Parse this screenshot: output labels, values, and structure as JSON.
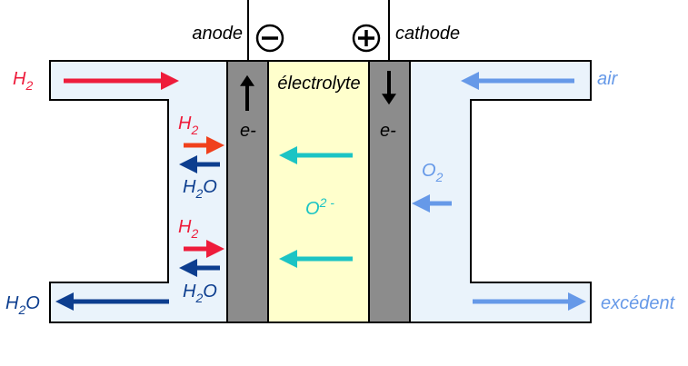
{
  "labels": {
    "anode": "anode",
    "cathode": "cathode",
    "electrolyte": "électrolyte",
    "air": "air",
    "excess": "excédent",
    "electron_left": "e-",
    "electron_right": "e-"
  },
  "species": {
    "h2_inlet": {
      "base": "H",
      "sub": "2"
    },
    "h2_upper": {
      "base": "H",
      "sub": "2"
    },
    "h2o_upper": {
      "base": "H",
      "sub": "2",
      "tail": "O"
    },
    "h2_lower": {
      "base": "H",
      "sub": "2"
    },
    "h2o_lower": {
      "base": "H",
      "sub": "2",
      "tail": "O"
    },
    "h2o_outlet": {
      "base": "H",
      "sub": "2",
      "tail": "O"
    },
    "o2": {
      "base": "O",
      "sub": "2"
    },
    "oxide_ion": {
      "base": "O",
      "sup": "2 -"
    }
  },
  "terminals": {
    "anode_sign": "−",
    "cathode_sign": "+"
  },
  "colors": {
    "gas_channel": "#eaf3fb",
    "electrolyte": "#ffffcc",
    "electrode": "#8c8c8c",
    "hydrogen": "#ee1c3b",
    "hydrogen_alt": "#f0401c",
    "water": "#0d3e8f",
    "air": "#6699e8",
    "oxide": "#1cc4c4",
    "black": "#000000"
  }
}
